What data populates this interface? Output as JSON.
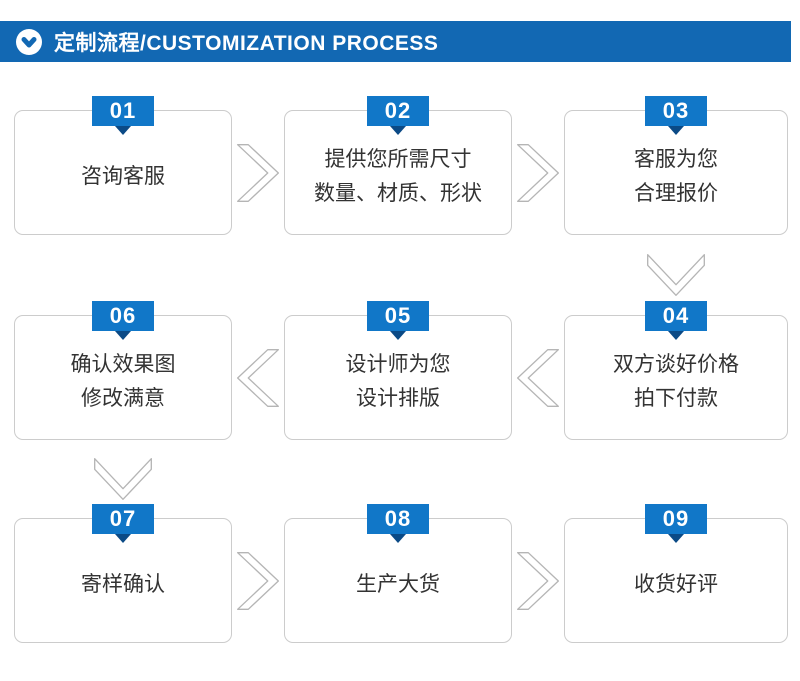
{
  "header": {
    "title": "定制流程/CUSTOMIZATION PROCESS"
  },
  "colors": {
    "header-bg": "#1268b3",
    "badge-bg": "#1177c8",
    "badge-fold": "#0b4a86",
    "box-border": "#cccccc",
    "arrow-stroke": "#b5b5b5",
    "text-color": "#333333",
    "header-text": "#ffffff"
  },
  "icons": {
    "header": "chevron-down-circle-icon",
    "forward": "chevron-right-icon",
    "backward": "chevron-left-icon",
    "downward": "chevron-down-icon"
  },
  "steps": [
    {
      "number": "01",
      "text": "咨询客服"
    },
    {
      "number": "02",
      "text": "提供您所需尺寸\n数量、材质、形状"
    },
    {
      "number": "03",
      "text": "客服为您\n合理报价"
    },
    {
      "number": "04",
      "text": "双方谈好价格\n拍下付款"
    },
    {
      "number": "05",
      "text": "设计师为您\n设计排版"
    },
    {
      "number": "06",
      "text": "确认效果图\n修改满意"
    },
    {
      "number": "07",
      "text": "寄样确认"
    },
    {
      "number": "08",
      "text": "生产大货"
    },
    {
      "number": "09",
      "text": "收货好评"
    }
  ]
}
